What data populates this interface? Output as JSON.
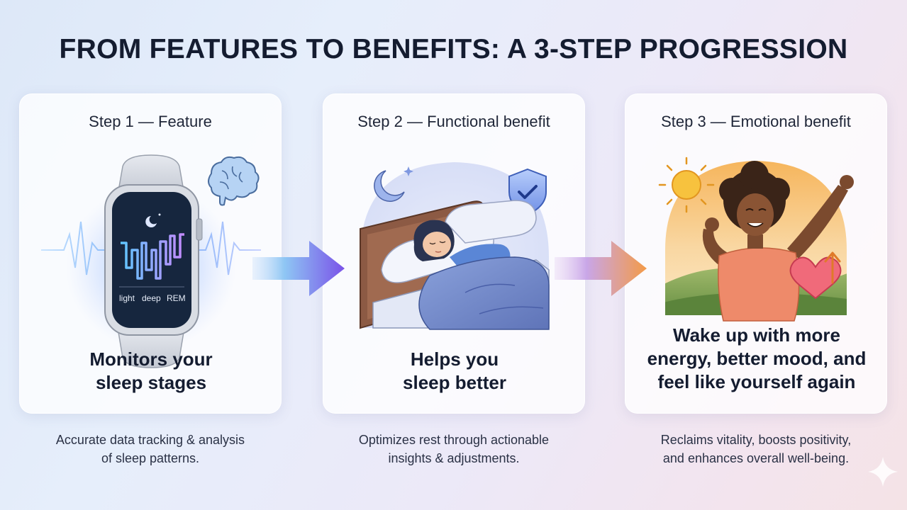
{
  "title": "FROM FEATURES TO BENEFITS: A 3-STEP PROGRESSION",
  "steps": [
    {
      "label": "Step 1 — Feature",
      "benefit_line1": "Monitors your",
      "benefit_line2": "sleep stages",
      "desc_line1": "Accurate data tracking & analysis",
      "desc_line2": "of sleep patterns.",
      "watch_labels": [
        "light",
        "deep",
        "REM"
      ]
    },
    {
      "label": "Step 2 — Functional benefit",
      "benefit_line1": "Helps you",
      "benefit_line2": "sleep better",
      "desc_line1": "Optimizes rest through actionable",
      "desc_line2": "insights & adjustments."
    },
    {
      "label": "Step 3 — Emotional benefit",
      "benefit_line1": "Wake up with more",
      "benefit_line2": "energy, better mood, and",
      "benefit_line3": "feel like yourself again",
      "desc_line1": "Reclaims vitality, boosts positivity,",
      "desc_line2": "and enhances overall well-being."
    }
  ],
  "icons": {
    "step1": [
      "smartwatch-icon",
      "brain-icon",
      "moon-icon",
      "heartbeat-wave-icon"
    ],
    "step2": [
      "moon-icon",
      "shield-check-icon",
      "bed-icon",
      "sleeping-person-icon"
    ],
    "step3": [
      "sun-icon",
      "woman-stretching-icon",
      "heart-up-icon"
    ],
    "arrows": "right-arrow-icon"
  },
  "colors": {
    "title": "#141c30",
    "arrow1_start": "#8ec6f4",
    "arrow1_end": "#7a52e8",
    "arrow2_start": "#c9a6e8",
    "arrow2_end": "#f39a48",
    "watch_screen": "#16263e",
    "accent_blue": "#4f7ff0"
  }
}
